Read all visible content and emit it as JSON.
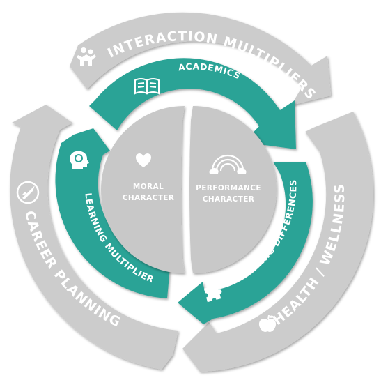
{
  "outer_ring": {
    "interaction_multipliers": "INTERACTION MULTIPLIERS",
    "health_wellness": "HEALTH / WELLNESS",
    "career_planning": "CAREER PLANNING"
  },
  "inner_ring": {
    "academics": "ACADEMICS",
    "learning_differences": "LEARNING DIFFERENCES",
    "learning_multipliers": "LEARNING MULTIPLIERS"
  },
  "core": {
    "moral_line1": "MORAL",
    "moral_line2": "CHARACTER",
    "performance_line1": "PERFORMANCE",
    "performance_line2": "CHARACTER"
  },
  "icons": {
    "interaction": "people-icon",
    "health": "apple-icon",
    "career": "rocket-icon",
    "academics": "book-icon",
    "learning_differences": "puzzle-icon",
    "learning_multipliers": "head-icon",
    "moral": "heart-icon",
    "performance": "rainbow-icon"
  },
  "colors": {
    "outer_ring": "#cccccc",
    "inner_ring": "#2aa396",
    "core": "#c8c8c8",
    "text": "#ffffff"
  }
}
